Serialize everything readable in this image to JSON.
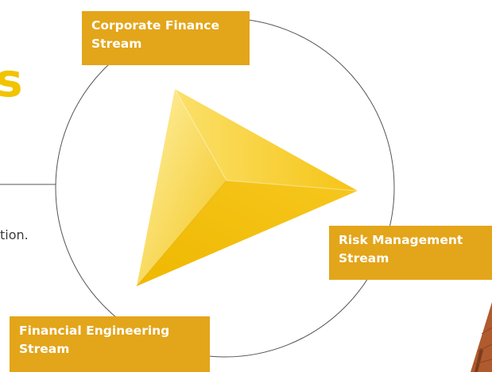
{
  "left_text": {
    "heading_fragment": "s",
    "body_fragment": "tion."
  },
  "streams": {
    "corporate_finance": {
      "line1": "Corporate Finance",
      "line2": "Stream"
    },
    "risk_management": {
      "line1": "Risk Management",
      "line2": "Stream"
    },
    "financial_engineering": {
      "line1": "Financial Engineering",
      "line2": "Stream"
    }
  },
  "colors": {
    "box_fill": "#e3a51a",
    "box_text": "#ffffff",
    "heading": "#f2c300",
    "body_text": "#3c3c3c",
    "circle_line": "#555555",
    "triangle_light": "#fde27a",
    "triangle_mid": "#f7c91a",
    "triangle_dark": "#e8b400"
  },
  "shapes": {
    "center_icon": "yellow-3d-triangle-pyramid",
    "corner_image": "brick-building-corner"
  }
}
